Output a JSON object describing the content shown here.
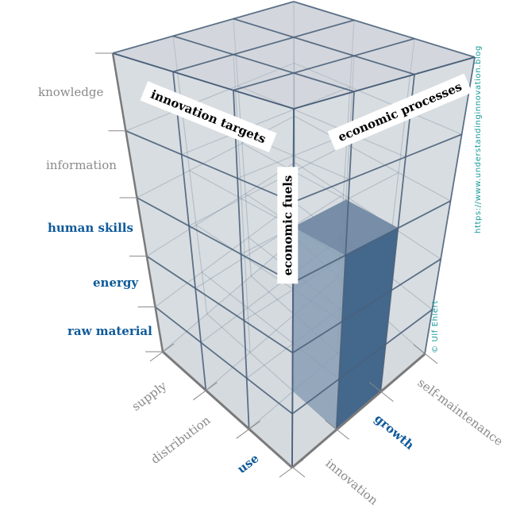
{
  "layers": [
    {
      "label": "raw material",
      "highlight": true
    },
    {
      "label": "energy",
      "highlight": true
    },
    {
      "label": "human skills",
      "highlight": true
    },
    {
      "label": "information",
      "highlight": false
    },
    {
      "label": "knowledge",
      "highlight": false
    }
  ],
  "left_axis": [
    {
      "label": "supply",
      "highlight": false
    },
    {
      "label": "distribution",
      "highlight": false
    },
    {
      "label": "use",
      "highlight": true
    }
  ],
  "right_axis": [
    {
      "label": "innovation",
      "highlight": false
    },
    {
      "label": "growth",
      "highlight": true
    },
    {
      "label": "self-maintenance",
      "highlight": false
    }
  ],
  "boxes": {
    "innovation_targets": "innovation targets",
    "economic_processes": "economic processes",
    "economic_fuels": "economic fuels"
  },
  "highlighted_block": {
    "left_axis": "use",
    "right_axis": "growth",
    "layers": [
      "raw material",
      "energy",
      "human skills"
    ]
  },
  "credits": {
    "url": "https://www.understandinginnovation.blog",
    "author": "© Ulf Ehlert"
  },
  "colors": {
    "grid": "#4a607a",
    "face": "#c4cad1",
    "block_dark": "#003366",
    "block_mid": "#3f6189",
    "block_light": "#6a86a6",
    "highlight_text": "#0e5a9a",
    "credit": "#1a9a9a"
  }
}
